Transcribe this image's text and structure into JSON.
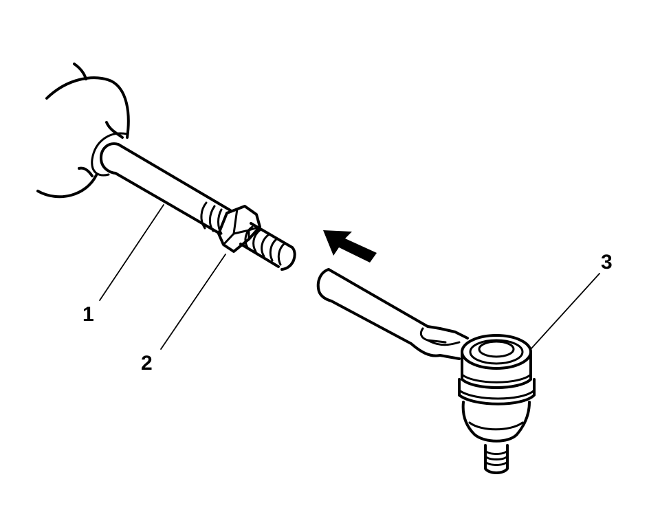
{
  "diagram": {
    "type": "exploded-assembly-illustration",
    "subject": "Tie rod end installation onto inner tie rod",
    "colors": {
      "line": "#000000",
      "background": "#ffffff"
    },
    "callouts": [
      {
        "id": "1",
        "label": "1",
        "target": "inner-tie-rod"
      },
      {
        "id": "2",
        "label": "2",
        "target": "jam-nut"
      },
      {
        "id": "3",
        "label": "3",
        "target": "outer-tie-rod-end"
      }
    ],
    "arrow": {
      "meaning": "install-direction",
      "direction": "up-left"
    }
  }
}
